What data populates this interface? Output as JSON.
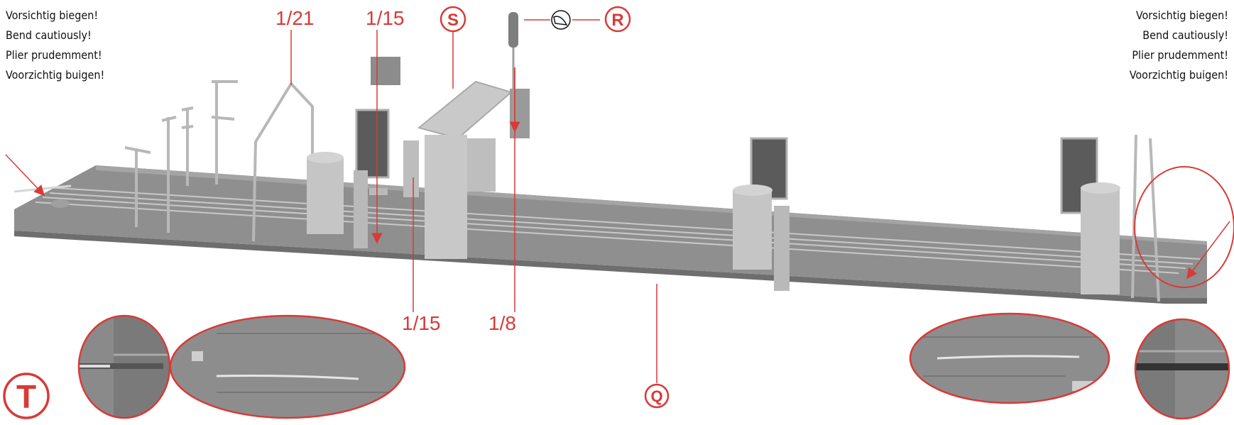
{
  "notes_left": [
    "Vorsichtig biegen!",
    "Bend cautiously!",
    "Plier prudemment!",
    "Voorzichtig buigen!"
  ],
  "notes_right": [
    "Vorsichtig biegen!",
    "Bend cautiously!",
    "Plier prudemment!",
    "Voorzichtig buigen!"
  ],
  "callouts": {
    "top_left_121": "1/21",
    "top_115": "1/15",
    "bottom_115": "1/15",
    "bottom_18": "1/8",
    "letter_s": "S",
    "letter_r": "R",
    "letter_q": "Q",
    "letter_t": "T"
  },
  "colors": {
    "accent": "#d83a38",
    "platform": "#8d8d8d",
    "platform_dark": "#6f6f6f",
    "parts": "#bdbdbd"
  }
}
